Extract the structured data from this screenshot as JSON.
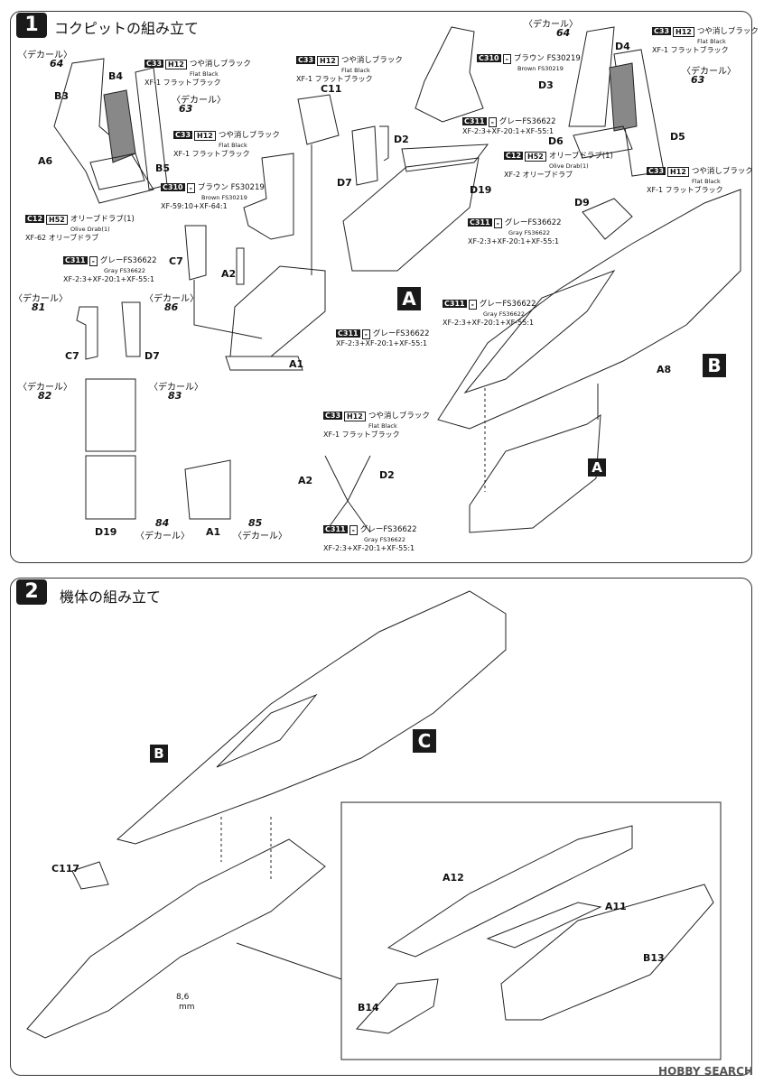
{
  "steps": {
    "s1": {
      "num": "1",
      "title": "コクピットの組み立て"
    },
    "s2": {
      "num": "2",
      "title": "機体の組み立て"
    }
  },
  "decal_label": "〈デカール〉",
  "decal_label_r": "〈デカール〉",
  "decals": {
    "d64a": "64",
    "d63a": "63",
    "d64b": "64",
    "d63b": "63",
    "d81": "81",
    "d86": "86",
    "d82": "82",
    "d83": "83",
    "d84": "84",
    "d85": "85"
  },
  "parts": {
    "B3": "B3",
    "B4": "B4",
    "B5": "B5",
    "A6": "A6",
    "C11": "C11",
    "D2": "D2",
    "D7": "D7",
    "D19": "D19",
    "C7": "C7",
    "A2": "A2",
    "A1": "A1",
    "D3": "D3",
    "D4": "D4",
    "D5": "D5",
    "D6": "D6",
    "D9": "D9",
    "A8": "A8",
    "C7b": "C7",
    "D7b": "D7",
    "D19b": "D19",
    "A1b": "A1",
    "A2b": "A2",
    "D2b": "D2",
    "B": "B",
    "C117": "C117",
    "A12": "A12",
    "A11": "A11",
    "B13": "B13",
    "B14": "B14"
  },
  "subassy": {
    "A1": "A",
    "B1": "B",
    "A2": "A",
    "B2": "B",
    "C": "C"
  },
  "paints": {
    "flatblack": {
      "code": "C33",
      "code2": "H12",
      "jp": "つや消しブラック",
      "en": "Flat Black",
      "xf": "XF-1 フラットブラック"
    },
    "brown": {
      "code": "C310",
      "code2": "-",
      "jp": "ブラウン FS30219",
      "en": "Brown FS30219",
      "xf": "XF-59:10+XF-64:1"
    },
    "olive1": {
      "code": "C12",
      "code2": "H52",
      "jp": "オリーブドラブ(1)",
      "en": "Olive Drab(1)",
      "xf": "XF-62 オリーブドラブ"
    },
    "olive2": {
      "code": "C12",
      "code2": "H52",
      "jp": "オリーブドラブ(1)",
      "en": "Olive Drab(1)",
      "xf": "XF-2 オリーブドラブ"
    },
    "gray": {
      "code": "C311",
      "code2": "-",
      "jp": "グレーFS36622",
      "en": "Gray FS36622",
      "xf": "XF-2:3+XF-20:1+XF-55:1"
    }
  },
  "measure": {
    "value": "8,6",
    "unit": "mm"
  },
  "watermark": "HOBBY SEARCH"
}
